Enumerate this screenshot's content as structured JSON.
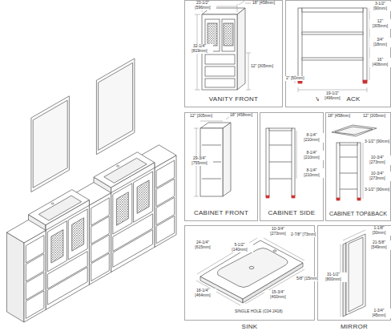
{
  "diagram": {
    "nodes": [
      {
        "text": [
          "VANITY FRONT"
        ]
      },
      {
        "text": [
          "VANITY BACK"
        ]
      },
      {
        "text": [
          "CABINET FRONT"
        ]
      },
      {
        "text": [
          "CABINET SIDE"
        ]
      },
      {
        "text": [
          "CABINET TOP&BACK"
        ]
      },
      {
        "text": [
          "SINK"
        ]
      },
      {
        "text": [
          "MIRROR"
        ]
      }
    ],
    "labels": [
      "23-1/2\" [596mm]",
      "18\" [458mm]",
      "32-1/4\" [819mm]",
      "12\" [305mm]",
      "3-1/2\" [90mm]",
      "12\" [305mm]",
      "3/4\" [18mm]",
      "16\" [406mm]",
      "2\" [50mm]",
      "19-1/2\" [496mm]",
      "12\" [305mm]",
      "18\" [458mm]",
      "29-3/4\" [755mm]",
      "8-1/4\" [210mm]",
      "8-1/4\" [210mm]",
      "8-1/4\" [210mm]",
      "18\" [458mm]",
      "12\" [305mm]",
      "3-1/2\" [90mm]",
      "10-3/4\" [273mm]",
      "10-3/4\" [273mm]",
      "3-1/2\" [90mm]",
      "24-1/4\" [615mm]",
      "10-3/4\" [273mm]",
      "2-7/8\" [73mm]",
      "5-1/2\" [140mm]",
      "5/8\" [15mm]",
      "15-3/4\" [400mm]",
      "18-1/4\" [464mm]",
      "SINGLE HOLE (C04 2418)",
      "1-1/8\" [30mm]",
      "21-5/8\" [549mm]",
      "31-1/2\" [800mm]",
      "1-3/4\" [45mm]"
    ]
  }
}
